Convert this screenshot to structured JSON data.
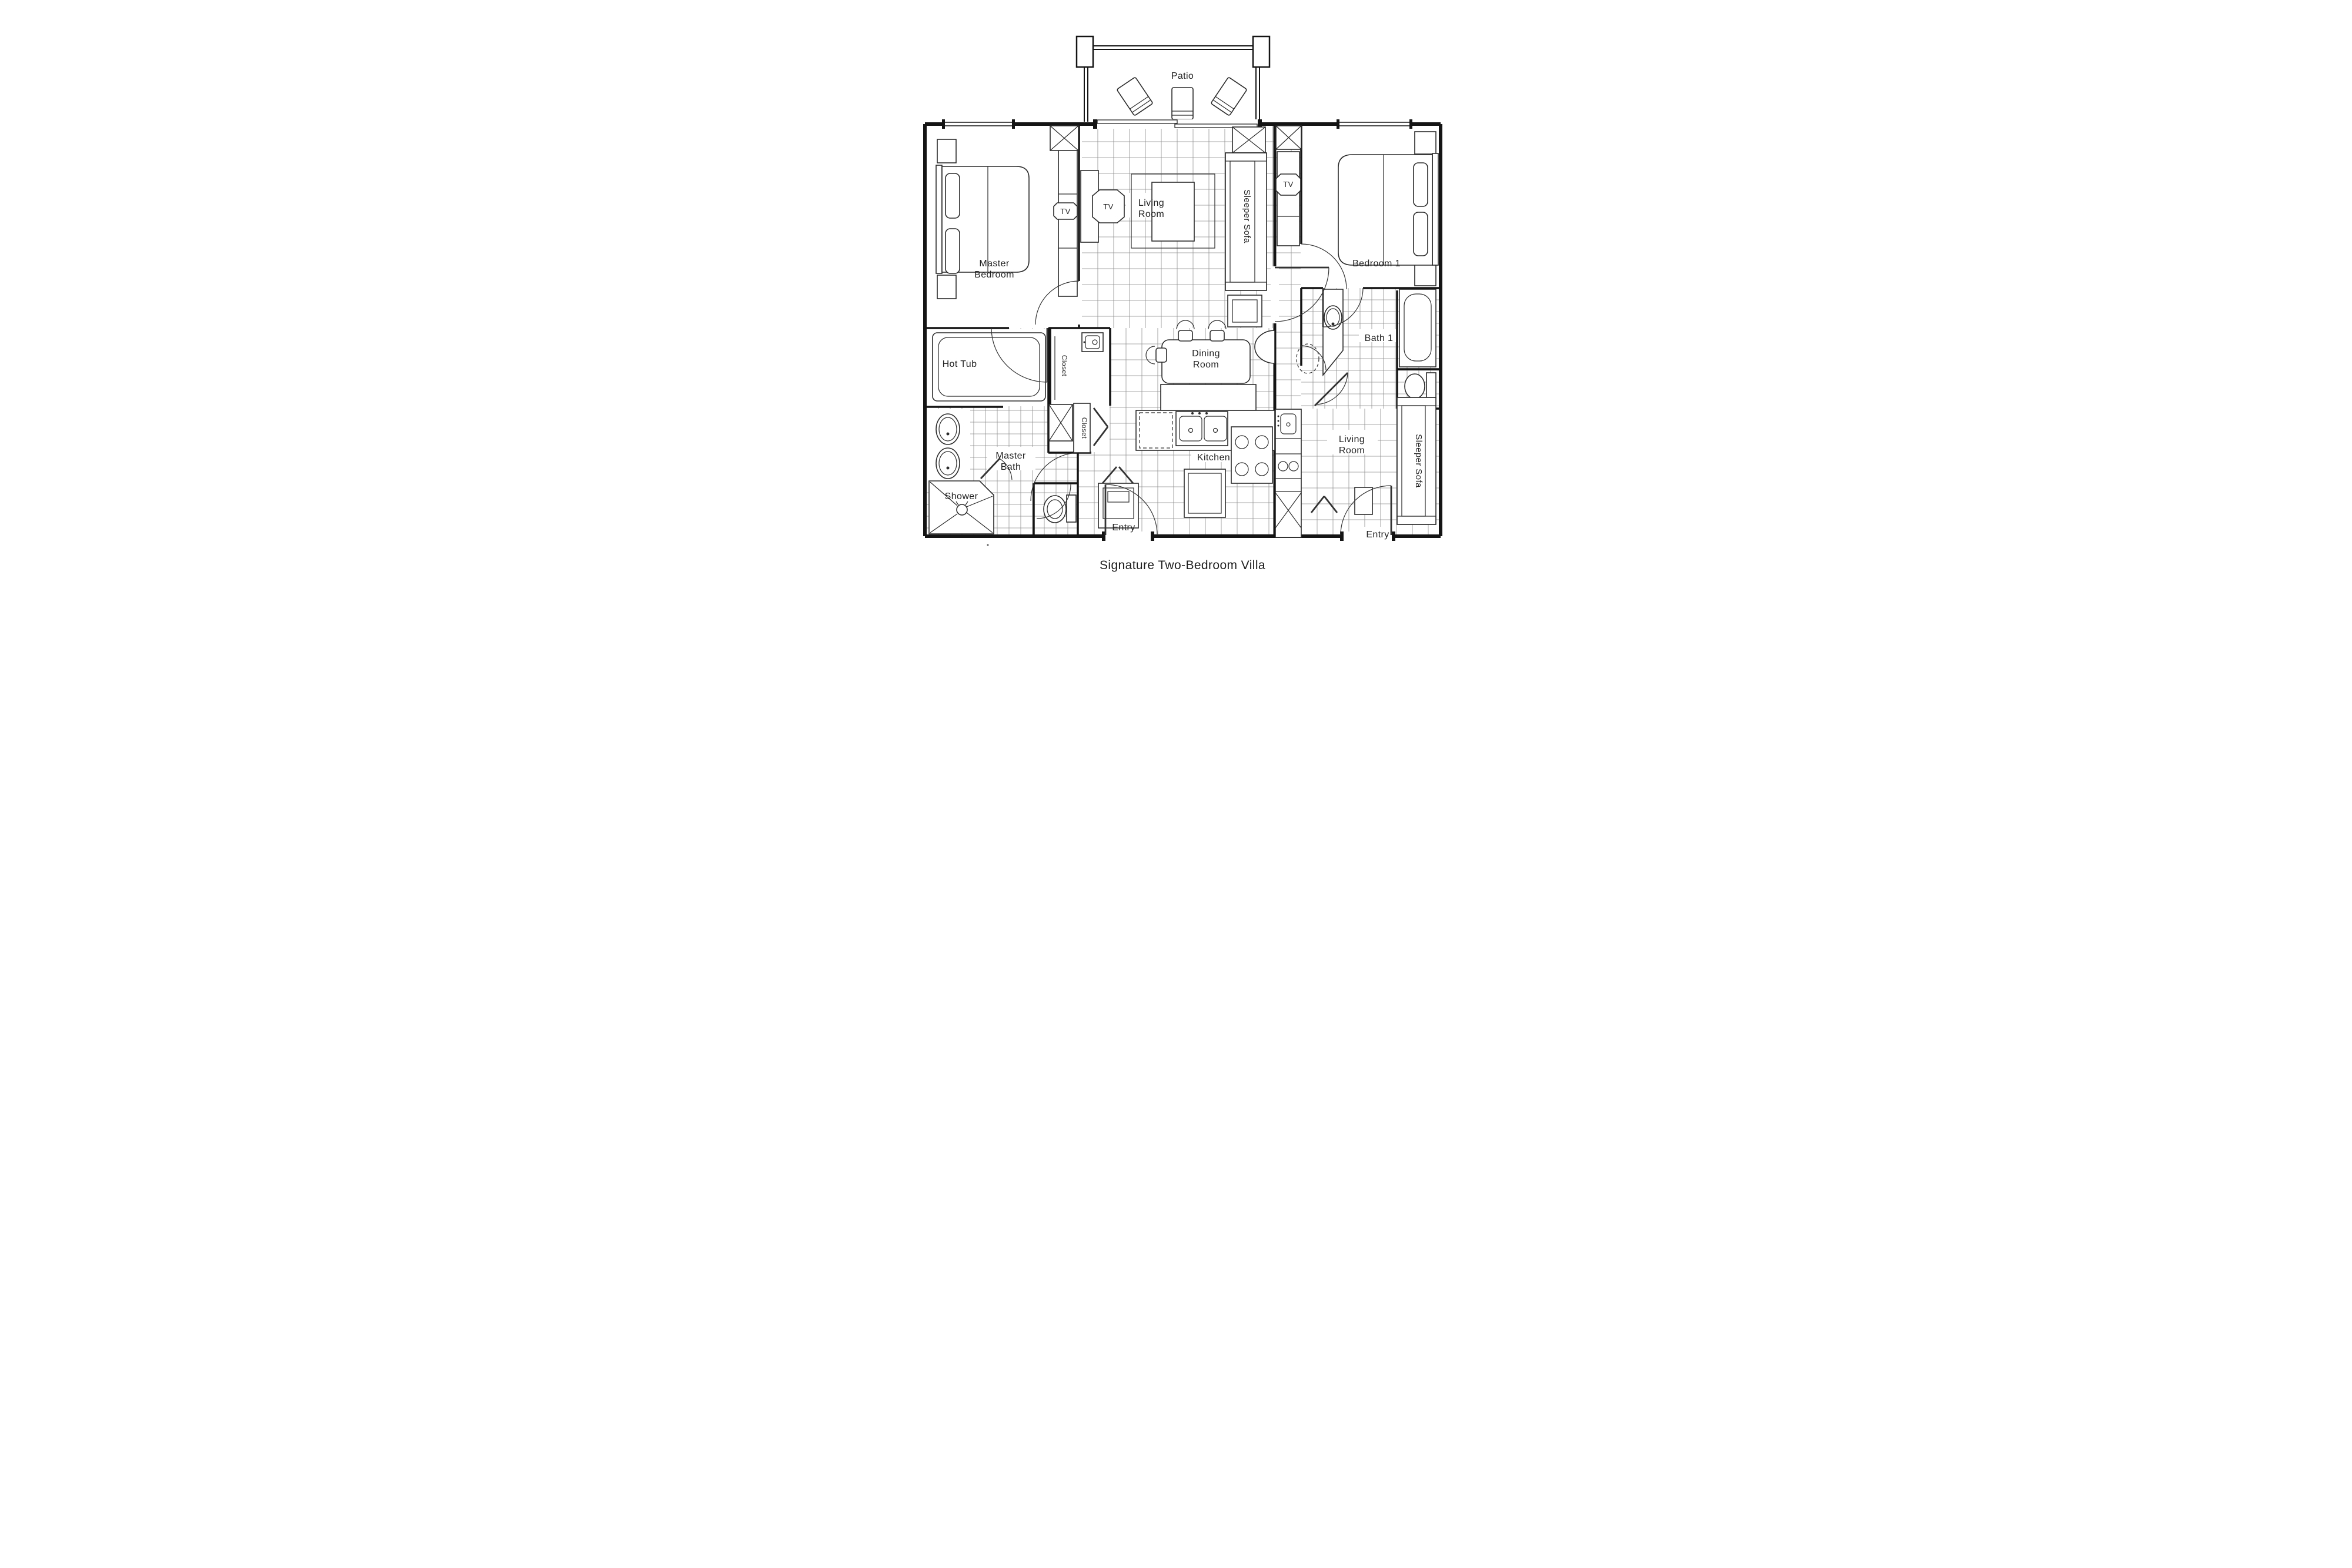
{
  "title": "Signature Two-Bedroom Villa",
  "rooms": {
    "patio": "Patio",
    "living_room_left": {
      "line1": "Living",
      "line2": "Room"
    },
    "master_bedroom": {
      "line1": "Master",
      "line2": "Bedroom"
    },
    "dining_room": {
      "line1": "Dining",
      "line2": "Room"
    },
    "kitchen": "Kitchen",
    "master_bath": {
      "line1": "Master",
      "line2": "Bath"
    },
    "bedroom1": "Bedroom 1",
    "bath1": "Bath 1",
    "living_room_right": {
      "line1": "Living",
      "line2": "Room"
    },
    "entry_left": "Entry",
    "entry_right": "Entry"
  },
  "fixtures": {
    "sleeper_sofa_left": "Sleeper Sofa",
    "sleeper_sofa_right": "Sleeper Sofa",
    "tv_master_bedroom": "TV",
    "tv_living_room": "TV",
    "tv_bedroom1": "TV",
    "hot_tub": "Hot Tub",
    "closet_upper": "Closet",
    "closet_lower": "Closet",
    "shower": "Shower"
  },
  "colors": {
    "wall": "#141414",
    "furniture": "#2a2a2a",
    "tile": "#8d8d8d",
    "text": "#222222",
    "background": "#ffffff"
  }
}
